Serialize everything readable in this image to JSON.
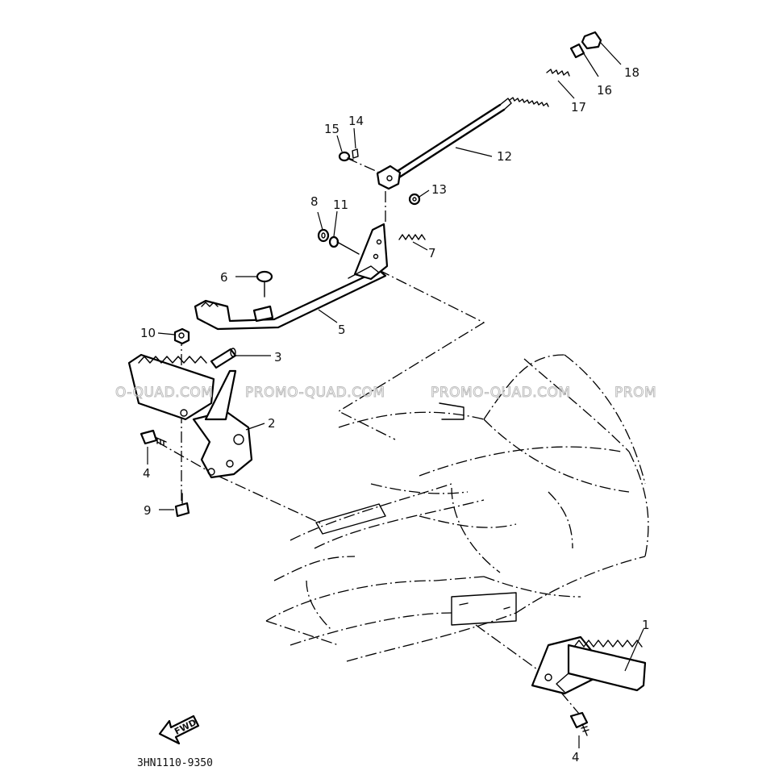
{
  "diagram": {
    "part_code": "3HN1110-9350",
    "direction_label": "FWD",
    "watermarks": [
      "O-QUAD.COM",
      "PROMO-QUAD.COM",
      "PROMO-QUAD.COM",
      "PROM"
    ],
    "callouts": [
      "1",
      "2",
      "3",
      "4",
      "4",
      "5",
      "6",
      "7",
      "8",
      "9",
      "10",
      "11",
      "12",
      "13",
      "14",
      "15",
      "16",
      "17",
      "18"
    ]
  }
}
